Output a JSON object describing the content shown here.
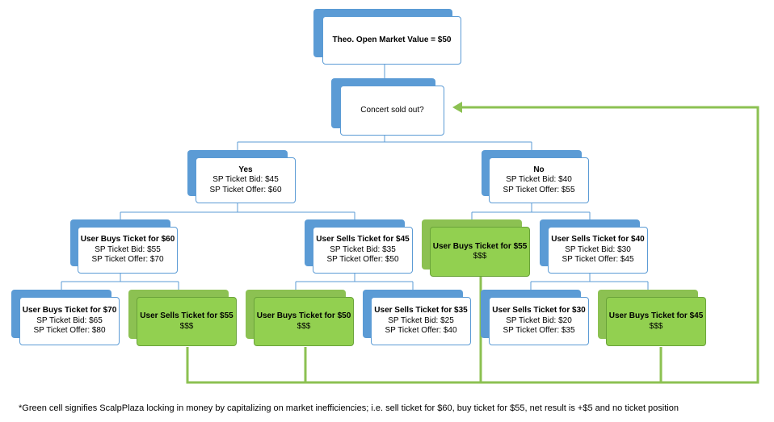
{
  "nodes": {
    "root": {
      "title": "Theo. Open Market Value = $50"
    },
    "question": {
      "title": "Concert sold out?"
    },
    "yes": {
      "title": "Yes",
      "line1": "SP Ticket Bid: $45",
      "line2": "SP Ticket Offer: $60"
    },
    "no": {
      "title": "No",
      "line1": "SP Ticket Bid: $40",
      "line2": "SP Ticket Offer: $55"
    },
    "yes_buy": {
      "title": "User Buys Ticket for $60",
      "line1": "SP Ticket Bid: $55",
      "line2": "SP Ticket Offer: $70"
    },
    "yes_sell": {
      "title": "User Sells Ticket for $45",
      "line1": "SP Ticket Bid: $35",
      "line2": "SP Ticket Offer: $50"
    },
    "no_buy": {
      "title": "User Buys Ticket for $55",
      "line1": "$$$"
    },
    "no_sell": {
      "title": "User Sells Ticket for $40",
      "line1": "SP Ticket Bid: $30",
      "line2": "SP Ticket Offer: $45"
    },
    "l1": {
      "title": "User Buys Ticket for $70",
      "line1": "SP Ticket Bid: $65",
      "line2": "SP Ticket Offer: $80"
    },
    "l2": {
      "title": "User Sells Ticket for $55",
      "line1": "$$$"
    },
    "l3": {
      "title": "User Buys Ticket for $50",
      "line1": "$$$"
    },
    "l4": {
      "title": "User Sells Ticket for $35",
      "line1": "SP Ticket Bid: $25",
      "line2": "SP Ticket Offer: $40"
    },
    "l5": {
      "title": "User Sells Ticket for $30",
      "line1": "SP Ticket Bid: $20",
      "line2": "SP Ticket Offer: $35"
    },
    "l6": {
      "title": "User Buys Ticket for $45",
      "line1": "$$$"
    }
  },
  "footnote": "*Green cell signifies ScalpPlaza locking in money by capitalizing on market inefficiencies; i.e. sell ticket for $60, buy ticket for $55, net result is +$5 and no ticket position",
  "colors": {
    "blue": "#5b9bd5",
    "green": "#92d050",
    "green_line": "#8cc152"
  }
}
